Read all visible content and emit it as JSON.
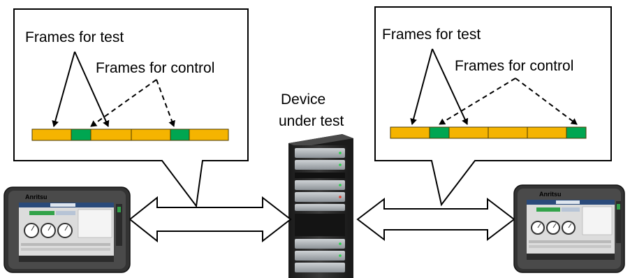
{
  "left_callout": {
    "frames_for_test": "Frames for test",
    "frames_for_control": "Frames for control"
  },
  "right_callout": {
    "frames_for_test": "Frames for test",
    "frames_for_control": "Frames for control"
  },
  "device_under_test": {
    "line1": "Device",
    "line2": "under test"
  },
  "left_tester": {
    "brand": "Anritsu"
  },
  "right_tester": {
    "brand": "Anritsu"
  },
  "colors": {
    "test_frame": "#F5B400",
    "control_frame": "#00A651",
    "frame_border": "#4A3A00",
    "tester_body": "#3A3A3A",
    "screen_bg": "#DCDCDC",
    "server_body": "#2B2B2B"
  }
}
